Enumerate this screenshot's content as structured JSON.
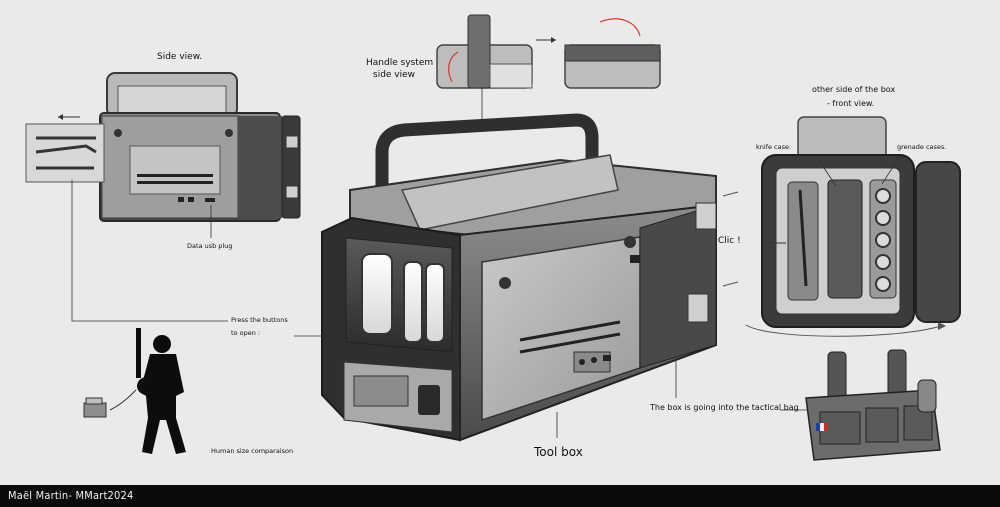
{
  "labels": {
    "side_view": "Side view.",
    "handle_system": "Handle system",
    "handle_system_2": "side view",
    "other_side": "other side of the box",
    "front_view": "- front view.",
    "knife_case": "knife case.",
    "grenade_cases": "grenade cases.",
    "clic": "Clic !",
    "data_usb": "Data usb plug",
    "press_buttons": "Press the buttons",
    "press_buttons_2": "to open :",
    "human_size": "Human size comparaison",
    "tool_box": "Tool box",
    "tactical_bag": "The box is going into the tactical bag"
  },
  "footer": {
    "credit": "Maël Martin- MMart2024"
  },
  "colors": {
    "background": "#eaeae8",
    "footer": "#0b0b0b",
    "flag_blue": "#1f3fa6",
    "flag_white": "#f4f4f4",
    "flag_red": "#d22a2a"
  },
  "icons": [
    "arrow-left-icon",
    "arrow-right-icon",
    "curved-arrow-icon",
    "french-flag-icon"
  ]
}
